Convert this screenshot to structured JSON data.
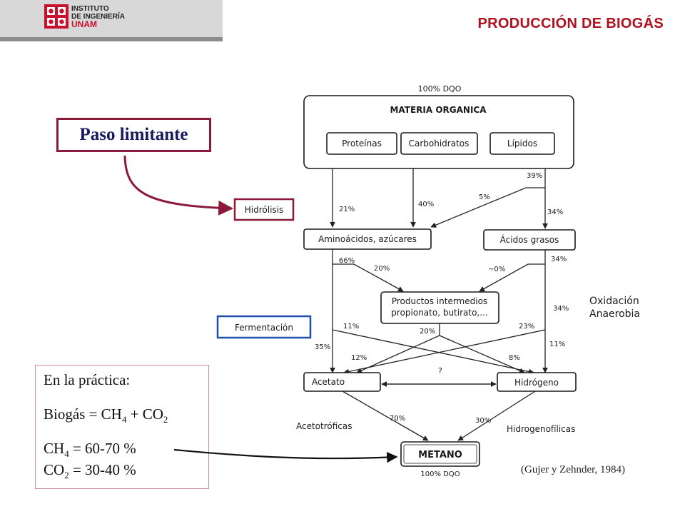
{
  "header": {
    "logo_line1": "INSTITUTO",
    "logo_line2": "DE INGENIERÍA",
    "logo_line3": "UNAM",
    "title": "PRODUCCIÓN DE BIOGÁS"
  },
  "callout_limitante": "Paso limitante",
  "practica": {
    "heading": "En la práctica:",
    "biogas_pre": "Biogás = CH",
    "biogas_sub1": "4",
    "biogas_mid": " + CO",
    "biogas_sub2": "2",
    "ch4_pre": "CH",
    "ch4_sub": "4",
    "ch4_post": " = 60-70 %",
    "co2_pre": "CO",
    "co2_sub": "2",
    "co2_post": " = 30-40 %"
  },
  "credit": "(Gujer y Zehnder, 1984)",
  "diagram": {
    "top_dqo": "100% DQO",
    "bottom_dqo": "100% DQO",
    "materia": "MATERIA ORGANICA",
    "proteinas": "Proteínas",
    "carbohidratos": "Carbohidratos",
    "lipidos": "Lípidos",
    "hidrolisis": "Hidrólisis",
    "fermentacion": "Fermentación",
    "aminoacidos": "Aminoácidos, azúcares",
    "acidos_grasos": "Ácidos grasos",
    "intermedios_1": "Productos intermedios",
    "intermedios_2": "propionato, butirato,...",
    "acetato": "Acetato",
    "hidrogeno": "Hidrógeno",
    "metano": "METANO",
    "oxidacion_1": "Oxidación",
    "oxidacion_2": "Anaerobia",
    "acetotroficas": "Acetotróficas",
    "hidrogenofilicas": "Hidrogenofílicas",
    "unknown": "?",
    "pct_39": "39%",
    "pct_5": "5%",
    "pct_21": "21%",
    "pct_40": "40%",
    "pct_34a": "34%",
    "pct_66": "66%",
    "pct_20a": "20%",
    "pct_0": "~0%",
    "pct_34b": "34%",
    "pct_34c": "34%",
    "pct_11a": "11%",
    "pct_23": "23%",
    "pct_20b": "20%",
    "pct_35": "35%",
    "pct_12": "12%",
    "pct_8": "8%",
    "pct_11b": "11%",
    "pct_70": "70%",
    "pct_30": "30%"
  },
  "colors": {
    "title": "#b01020",
    "limitante_border": "#8b1a3a",
    "fermentacion_border": "#1f4fb0",
    "practica_border": "#c98a9a"
  }
}
